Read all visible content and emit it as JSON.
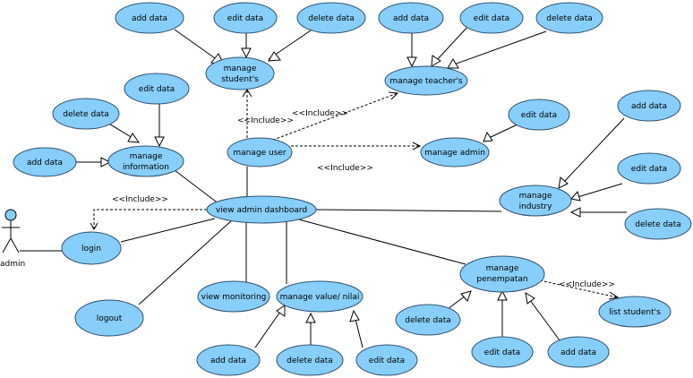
{
  "actor": {
    "label": "admin"
  },
  "use_cases": {
    "add_data_student": "add data",
    "edit_data_student": "edit data",
    "delete_data_student": "delete data",
    "manage_students": [
      "manage",
      "student's"
    ],
    "add_data_teacher": "add data",
    "edit_data_teacher": "edit data",
    "delete_data_teacher": "delete data",
    "manage_teachers": "manage teacher's",
    "edit_data_admin": "edit data",
    "manage_admin": "manage admin",
    "edit_data_info": "edit data",
    "delete_data_info": "delete data",
    "add_data_info": "add data",
    "manage_information": [
      "manage",
      "information"
    ],
    "manage_user": "manage user",
    "add_data_industry": "add data",
    "edit_data_industry": "edit data",
    "delete_data_industry": "delete data",
    "manage_industry": [
      "manage",
      "industry"
    ],
    "view_admin_dashboard": "view admin dashboard",
    "login": "login",
    "logout": "logout",
    "view_monitoring": "view monitoring",
    "manage_value": "manage value/ nilai",
    "add_data_value": "add data",
    "delete_data_value": "delete data",
    "edit_data_value": "edit data",
    "manage_penempatan": [
      "manage",
      "penempatan"
    ],
    "delete_data_pen": "delete data",
    "edit_data_pen": "edit data",
    "add_data_pen": "add data",
    "list_students": "list student's"
  },
  "include_label": "<<Include>>"
}
